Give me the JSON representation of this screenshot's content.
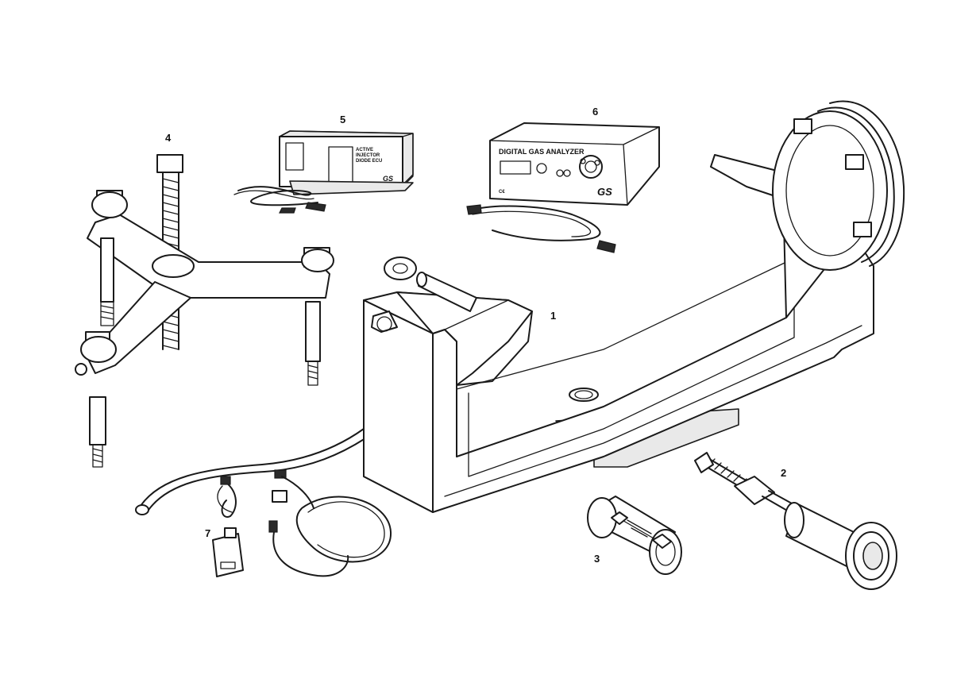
{
  "callouts": {
    "c1": "1",
    "c2": "2",
    "c3": "3",
    "c4": "4",
    "c5": "5",
    "c6": "6",
    "c7": "7"
  },
  "analyzer": {
    "title": "DIGITAL GAS ANALYZER",
    "brand": "GS",
    "ce": "C€"
  },
  "tester": {
    "brand": "GS",
    "label_1": "ACTIVE",
    "label_2": "INJECTOR",
    "label_3": "DIODE ECU"
  },
  "parts": [
    {
      "id": "1",
      "name": "engine-support-stand"
    },
    {
      "id": "2",
      "name": "extractor-puller"
    },
    {
      "id": "3",
      "name": "bearing-sleeve-tool"
    },
    {
      "id": "4",
      "name": "three-arm-puller"
    },
    {
      "id": "5",
      "name": "diagnostic-tester"
    },
    {
      "id": "6",
      "name": "digital-gas-analyzer"
    },
    {
      "id": "7",
      "name": "wiring-adapter-harness"
    }
  ]
}
